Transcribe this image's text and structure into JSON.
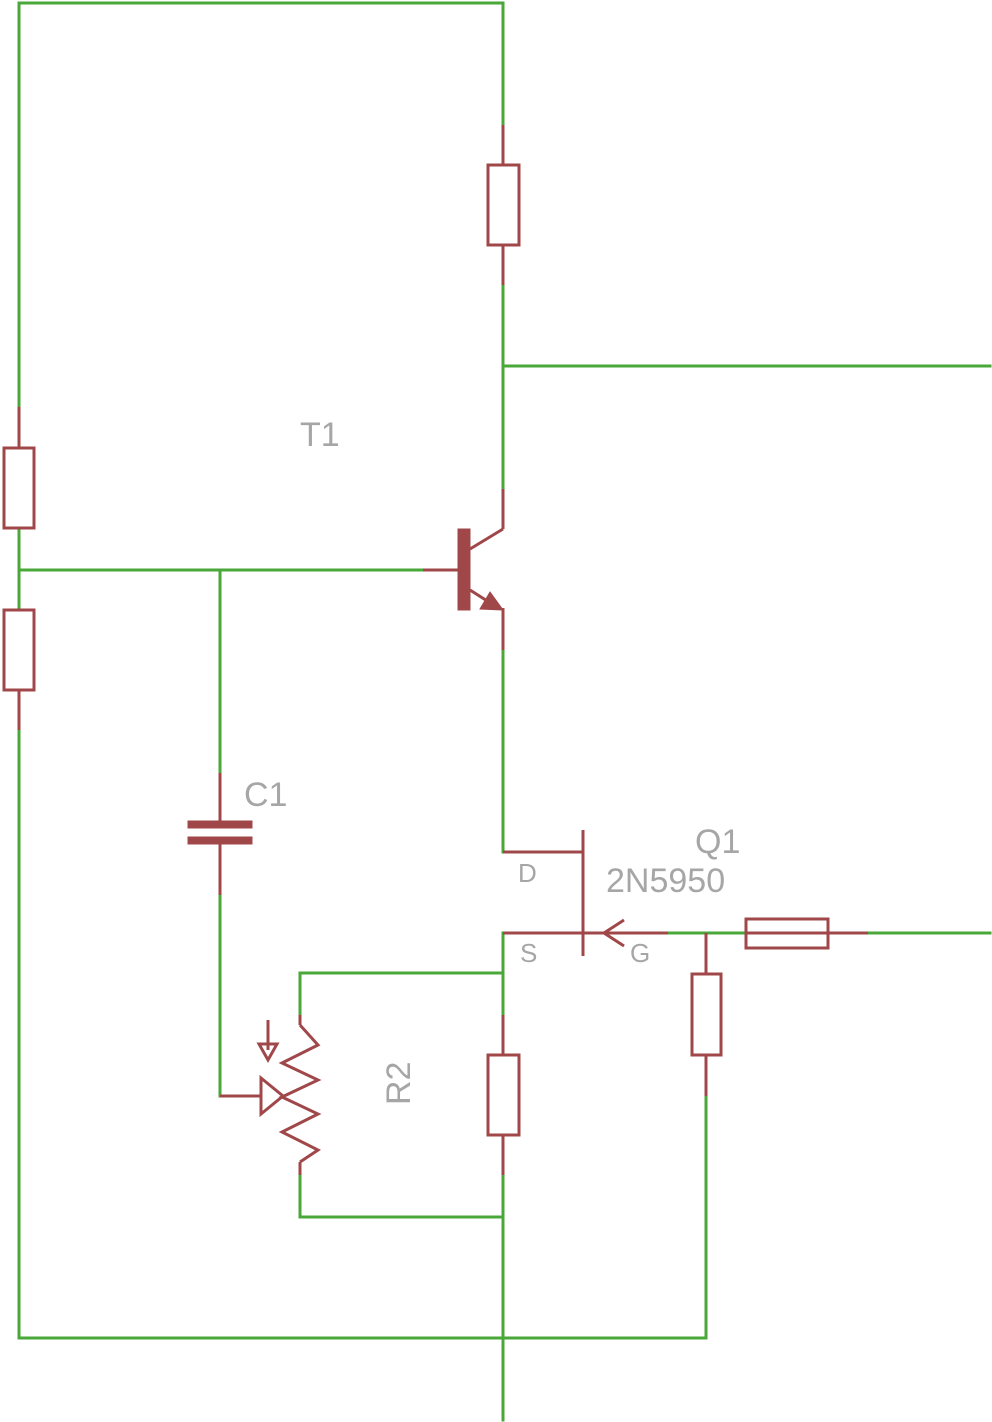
{
  "diagram": {
    "type": "electronic-schematic",
    "colors": {
      "wire": "#4aa83a",
      "component": "#a0474a",
      "label": "#a6a6a6",
      "background": "#ffffff"
    },
    "labels": {
      "transistor_name": "T1",
      "capacitor_name": "C1",
      "fet_name": "Q1",
      "fet_part": "2N5950",
      "fet_drain": "D",
      "fet_source": "S",
      "fet_gate": "G",
      "potentiometer_name": "R2"
    },
    "components": [
      {
        "kind": "npn-transistor",
        "name": "T1"
      },
      {
        "kind": "capacitor",
        "name": "C1"
      },
      {
        "kind": "n-channel-jfet",
        "name": "Q1",
        "part": "2N5950"
      },
      {
        "kind": "potentiometer",
        "name": "R2"
      },
      {
        "kind": "resistor"
      },
      {
        "kind": "resistor"
      },
      {
        "kind": "resistor"
      },
      {
        "kind": "resistor"
      },
      {
        "kind": "resistor"
      },
      {
        "kind": "resistor"
      }
    ]
  }
}
